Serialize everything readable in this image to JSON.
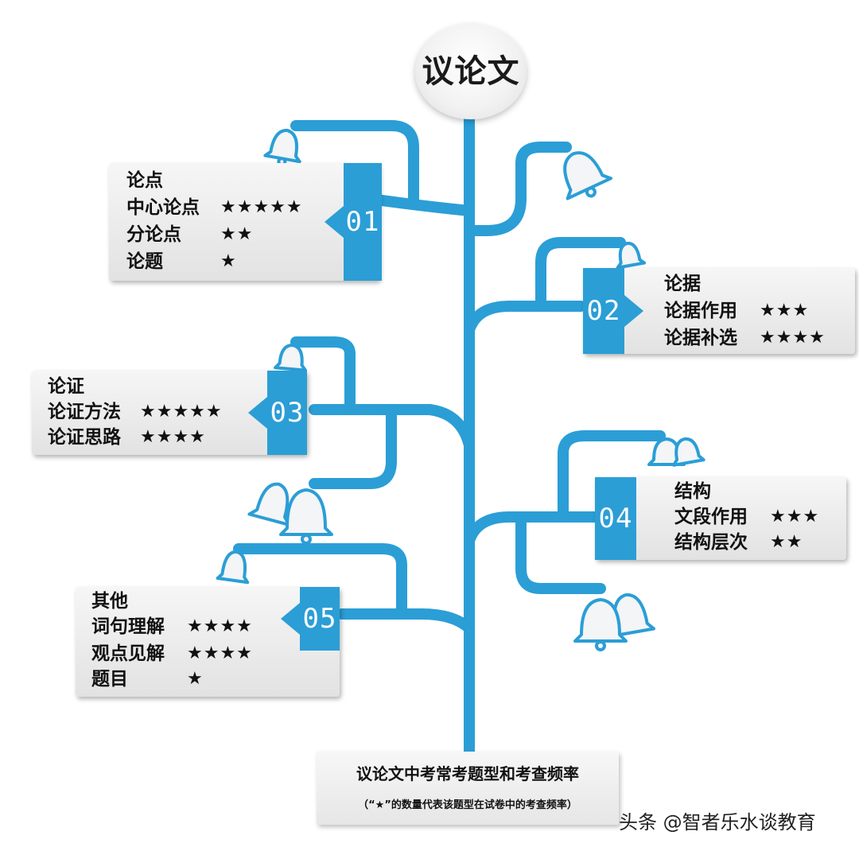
{
  "title": "议论文",
  "colors": {
    "branch": "#2b9ed6",
    "card": "#ececec"
  },
  "branches": [
    {
      "number": "01",
      "items": [
        {
          "label": "论点",
          "stars": ""
        },
        {
          "label": "中心论点",
          "stars": "★★★★★"
        },
        {
          "label": "分论点",
          "stars": "★★"
        },
        {
          "label": "论题",
          "stars": "★"
        }
      ]
    },
    {
      "number": "02",
      "items": [
        {
          "label": "论据",
          "stars": ""
        },
        {
          "label": "论据作用",
          "stars": "★★★"
        },
        {
          "label": "论据补选",
          "stars": "★★★★"
        }
      ]
    },
    {
      "number": "03",
      "items": [
        {
          "label": "论证",
          "stars": ""
        },
        {
          "label": "论证方法",
          "stars": "★★★★★"
        },
        {
          "label": "论证思路",
          "stars": "★★★★"
        }
      ]
    },
    {
      "number": "04",
      "items": [
        {
          "label": "结构",
          "stars": ""
        },
        {
          "label": "文段作用",
          "stars": "★★★"
        },
        {
          "label": "结构层次",
          "stars": "★★"
        }
      ]
    },
    {
      "number": "05",
      "items": [
        {
          "label": "其他",
          "stars": ""
        },
        {
          "label": "词句理解",
          "stars": "★★★★"
        },
        {
          "label": "观点见解",
          "stars": "★★★★"
        },
        {
          "label": "题目",
          "stars": "★"
        }
      ]
    }
  ],
  "legend": {
    "title": "议论文中考常考题型和考查频率",
    "note": "（“★”的数量代表该题型在试卷中的考查频率）"
  },
  "watermark": "头条 @智者乐水谈教育",
  "icons": [
    "bell-icon"
  ]
}
